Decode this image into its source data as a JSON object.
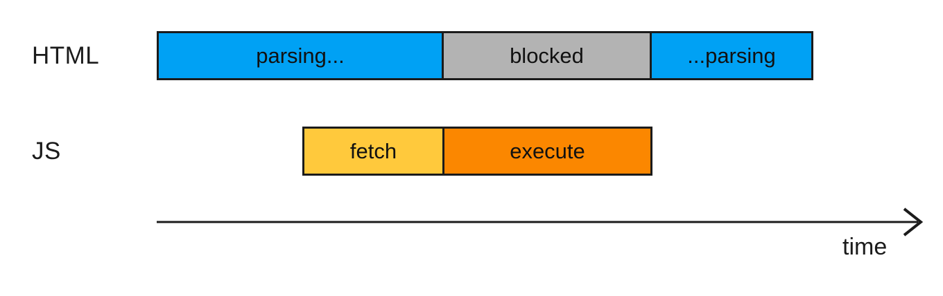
{
  "diagram": {
    "title_semantics": "script-blocking HTML parsing timeline",
    "ink_color": "#1b1b1b",
    "background_color": "#ffffff",
    "rows": [
      {
        "label": "HTML",
        "segments": [
          {
            "label": "parsing...",
            "color": "#00a1f4",
            "span": "start of timeline until script fetched"
          },
          {
            "label": "blocked",
            "color": "#b3b3b3",
            "span": "while script executes"
          },
          {
            "label": "...parsing",
            "color": "#00a1f4",
            "span": "after script execution"
          }
        ]
      },
      {
        "label": "JS",
        "segments": [
          {
            "label": "fetch",
            "color": "#ffc93c",
            "span": "overlaps first parsing segment"
          },
          {
            "label": "execute",
            "color": "#fb8700",
            "span": "aligns with blocked segment"
          }
        ]
      }
    ],
    "axis": {
      "label": "time",
      "direction": "left-to-right"
    }
  }
}
